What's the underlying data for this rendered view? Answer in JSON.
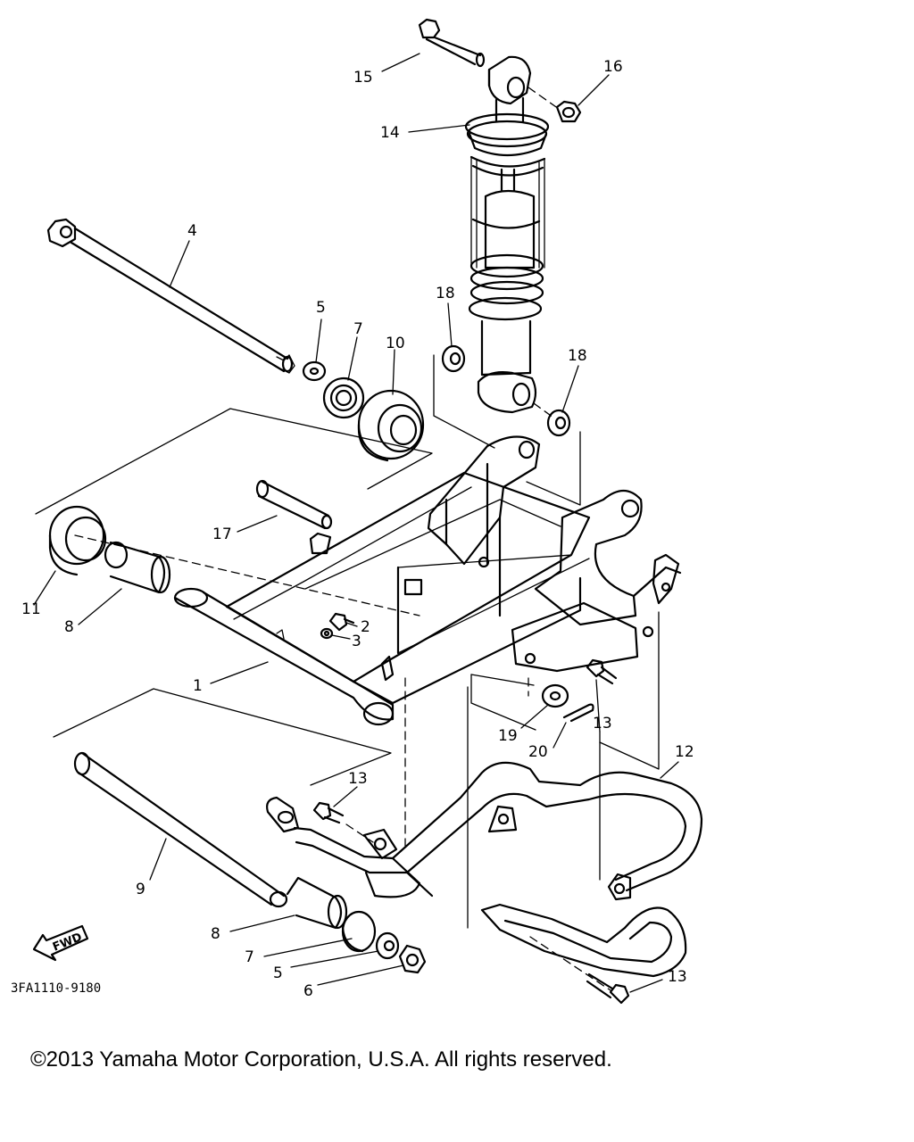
{
  "diagram": {
    "drawing_code": "3FA1110-9180",
    "fwd_label": "FWD",
    "callouts": {
      "c1": "1",
      "c2": "2",
      "c3": "3",
      "c4": "4",
      "c5a": "5",
      "c5b": "5",
      "c6": "6",
      "c7a": "7",
      "c7b": "7",
      "c8a": "8",
      "c8b": "8",
      "c9": "9",
      "c10": "10",
      "c11": "11",
      "c12": "12",
      "c13a": "13",
      "c13b": "13",
      "c13c": "13",
      "c14": "14",
      "c15": "15",
      "c16": "16",
      "c17": "17",
      "c18a": "18",
      "c18b": "18",
      "c19": "19",
      "c20": "20"
    }
  },
  "footer": {
    "copyright": "©2013 Yamaha Motor Corporation, U.S.A. All rights reserved."
  }
}
